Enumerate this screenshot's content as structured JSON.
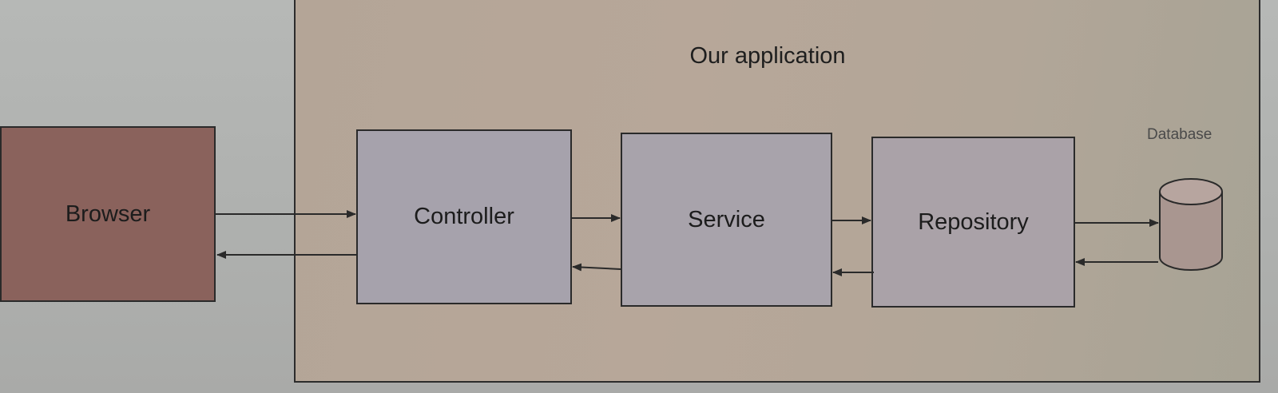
{
  "container": {
    "title": "Our application"
  },
  "nodes": {
    "browser": "Browser",
    "controller": "Controller",
    "service": "Service",
    "repository": "Repository",
    "database": "Database"
  },
  "edges": [
    {
      "from": "Browser",
      "to": "Controller"
    },
    {
      "from": "Controller",
      "to": "Browser"
    },
    {
      "from": "Controller",
      "to": "Service"
    },
    {
      "from": "Service",
      "to": "Controller"
    },
    {
      "from": "Service",
      "to": "Repository"
    },
    {
      "from": "Repository",
      "to": "Service"
    },
    {
      "from": "Repository",
      "to": "Database"
    },
    {
      "from": "Database",
      "to": "Repository"
    }
  ],
  "colors": {
    "browser_fill": "#8a625c",
    "component_fill": "#a6a2ac",
    "container_fill": "#b4a597",
    "stroke": "#2a2a2a"
  }
}
